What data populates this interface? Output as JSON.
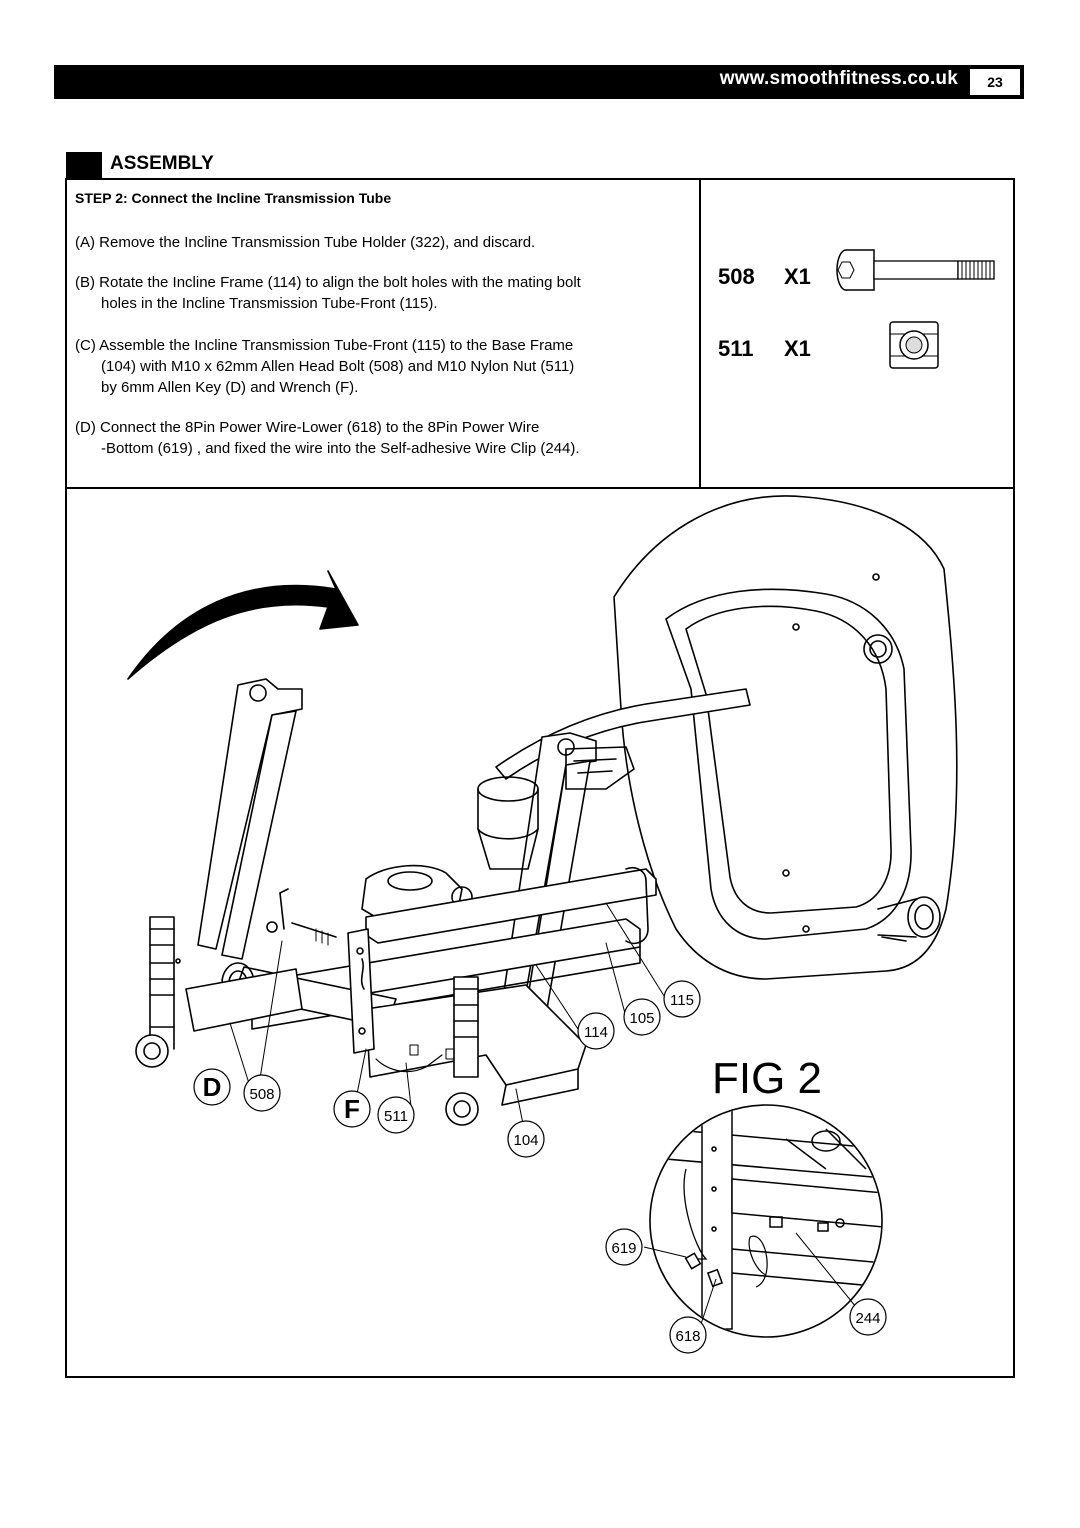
{
  "header": {
    "website": "www.smoothfitness.co.uk",
    "page_number": "23"
  },
  "section": {
    "title": "ASSEMBLY"
  },
  "step": {
    "title_prefix": "STEP 2",
    "title_rest": ": Connect the Incline Transmission Tube",
    "a": "(A) Remove the Incline Transmission Tube Holder (322), and discard.",
    "b_line1": "(B) Rotate the Incline Frame (114) to align the bolt holes with the mating bolt",
    "b_line2": "holes in the Incline Transmission Tube-Front (115).",
    "c_line1": "(C) Assemble the Incline Transmission Tube-Front (115) to the Base Frame",
    "c_line2": "(104) with M10 x 62mm Allen Head Bolt (508) and M10 Nylon Nut (511)",
    "c_line3": "by 6mm Allen Key (D) and Wrench (F).",
    "d_line1": "(D) Connect the 8Pin Power Wire-Lower (618) to the 8Pin Power Wire",
    "d_line2": "-Bottom (619) , and fixed the wire into the Self-adhesive Wire Clip (244)."
  },
  "parts": [
    {
      "id": "508",
      "qty": "X1",
      "icon": "bolt-icon"
    },
    {
      "id": "511",
      "qty": "X1",
      "icon": "nut-icon"
    }
  ],
  "figure": {
    "label": "FIG 2",
    "callouts": {
      "c115": "115",
      "c105": "105",
      "c114": "114",
      "c104": "104",
      "c508": "508",
      "c511": "511",
      "c619": "619",
      "c618": "618",
      "c244": "244"
    },
    "tools": {
      "allen_key": "D",
      "wrench": "F"
    }
  }
}
